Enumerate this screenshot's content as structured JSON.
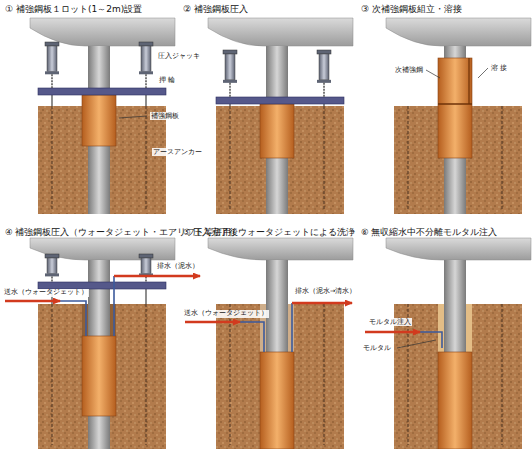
{
  "diagram": {
    "labels": [
      "① 補強鋼板１ロット(1～2m)設置",
      "圧入ジャッキ",
      "押 輪",
      "補強鋼板",
      "アースアンカー",
      "② 補強鋼板圧入",
      "③ 次補強鋼板組立・溶接",
      "次補強鋼",
      "溶 接",
      "④ 補強鋼板圧入（ウォータジェット・エアリフト等併用）",
      "排水（泥水）",
      "送水（ウォータジェット）",
      "⑤ 圧入完了後ウォータジェットによる洗浄",
      "送水（ウォータジェット）",
      "排水（泥水→清水）",
      "⑥ 無収縮水中不分離モルタル注入",
      "モルタル注入",
      "モルタル"
    ]
  }
}
